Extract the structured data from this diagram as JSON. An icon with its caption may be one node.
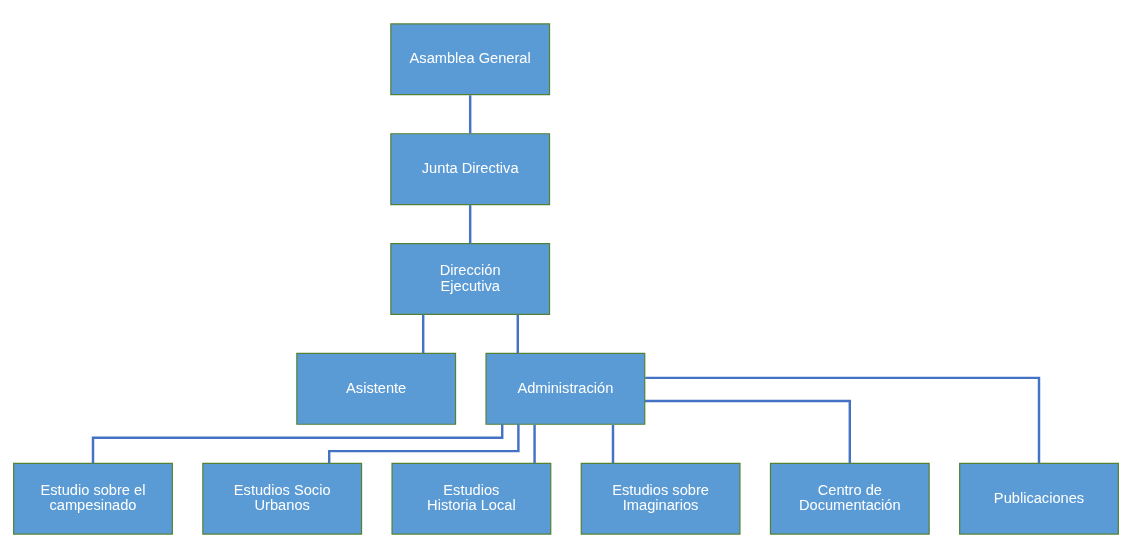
{
  "diagram": {
    "nodes": [
      {
        "text": [
          "Asamblea General"
        ]
      },
      {
        "text": [
          "Junta Directiva"
        ]
      },
      {
        "text": [
          "Dirección Ejecutiva"
        ]
      },
      {
        "text": [
          "Asistente"
        ]
      },
      {
        "text": [
          "Administración"
        ]
      },
      {
        "text": [
          "Estudio sobre el campesinado"
        ]
      },
      {
        "text": [
          "Estudios Socio Urbanos"
        ]
      },
      {
        "text": [
          "Estudios Historia Local"
        ]
      },
      {
        "text": [
          "Estudios sobre Imaginarios"
        ]
      },
      {
        "text": [
          "Centro de Documentación"
        ]
      },
      {
        "text": [
          "Publicaciones"
        ]
      }
    ],
    "edges": [
      {
        "from": 0,
        "to": 1,
        "arrow": "none"
      },
      {
        "from": 1,
        "to": 2,
        "arrow": "none"
      },
      {
        "from": 2,
        "to": 3,
        "arrow": "none"
      },
      {
        "from": 2,
        "to": 4,
        "arrow": "none"
      },
      {
        "from": 4,
        "to": 5,
        "arrow": "none"
      },
      {
        "from": 4,
        "to": 6,
        "arrow": "none"
      },
      {
        "from": 4,
        "to": 7,
        "arrow": "none"
      },
      {
        "from": 4,
        "to": 8,
        "arrow": "none"
      },
      {
        "from": 4,
        "to": 9,
        "arrow": "none"
      },
      {
        "from": 4,
        "to": 10,
        "arrow": "none"
      }
    ]
  }
}
